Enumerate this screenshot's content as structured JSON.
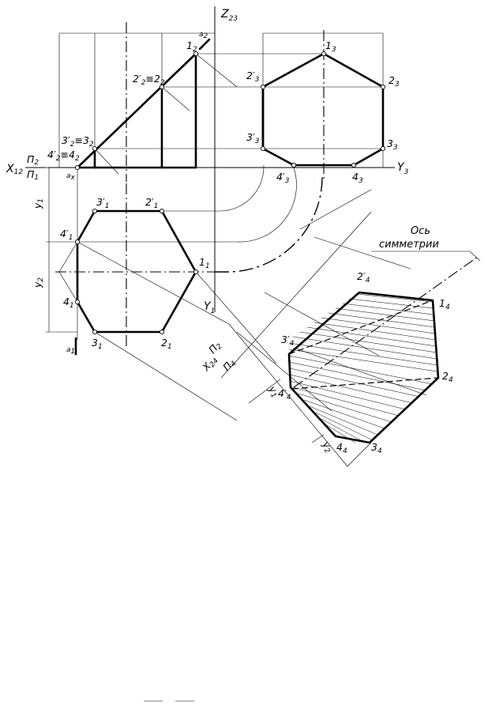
{
  "labels": {
    "z23": "Z",
    "z23_sub": "23",
    "y3": "Y",
    "y3_sub": "3",
    "y1": "Y",
    "y1_sub": "1",
    "x12": "X",
    "x12_sub": "12",
    "pi2": "П",
    "pi2_sub": "2",
    "pi1": "П",
    "pi1_sub": "1",
    "x24": "X",
    "x24_sub": "24",
    "pi2_b": "П",
    "pi2_b_sub": "2",
    "pi4": "П",
    "pi4_sub": "4",
    "ax": "a",
    "ax_sub": "x",
    "a1": "a",
    "a1_sub": "1",
    "a2": "a",
    "a2_sub": "2",
    "dim_y1": "y",
    "dim_y1_sub": "1",
    "dim_y2": "y",
    "dim_y2_sub": "2",
    "dim_y1_b": "y",
    "dim_y1_b_sub": "1",
    "dim_y2_b": "y",
    "dim_y2_b_sub": "2"
  },
  "front_view_points": {
    "p1": "1",
    "p1_sub": "2",
    "p2": "2′",
    "p2_sub": "2",
    "p2b": "≡2",
    "p2b_sub": "2",
    "p3": "3′",
    "p3_sub": "2",
    "p3b": "≡3",
    "p3b_sub": "2",
    "p4": "4′",
    "p4_sub": "2",
    "p4b": "≡4",
    "p4b_sub": "2"
  },
  "profile_view_points": {
    "p1": "1",
    "p1_sub": "3",
    "p2a": "2′",
    "p2a_sub": "3",
    "p2b": "2",
    "p2b_sub": "3",
    "p3a": "3′",
    "p3a_sub": "3",
    "p3b": "3",
    "p3b_sub": "3",
    "p4a": "4′",
    "p4a_sub": "3",
    "p4b": "4",
    "p4b_sub": "3"
  },
  "top_view_points": {
    "p1": "1",
    "p1_sub": "1",
    "p2a": "2′",
    "p2a_sub": "1",
    "p2b": "2",
    "p2b_sub": "1",
    "p3a": "3′",
    "p3a_sub": "1",
    "p3b": "3",
    "p3b_sub": "1",
    "p4a": "4′",
    "p4a_sub": "1",
    "p4b": "4",
    "p4b_sub": "1"
  },
  "true_size_points": {
    "p1": "1",
    "p1_sub": "4",
    "p2a": "2′",
    "p2a_sub": "4",
    "p2b": "2",
    "p2b_sub": "4",
    "p3a": "3′",
    "p3a_sub": "4",
    "p3b": "3",
    "p3b_sub": "4",
    "p4a": "4′",
    "p4a_sub": "4",
    "p4b": "4",
    "p4b_sub": "4"
  },
  "symmetry_axis_note": {
    "line1": "Ось",
    "line2": "симметрии"
  }
}
